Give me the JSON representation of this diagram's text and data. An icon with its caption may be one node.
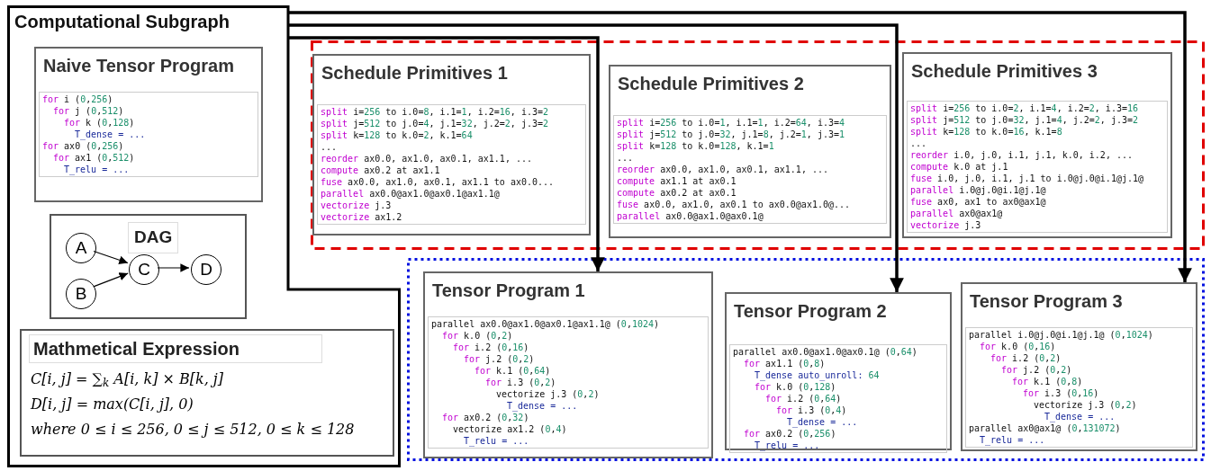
{
  "diagram": {
    "nodes": [
      {
        "text": [
          "Computational Subgraph"
        ]
      },
      {
        "text": [
          "Naive Tensor Program",
          "for i (0,256)",
          "for j (0,512)",
          "for k (0,128)",
          "T_dense = ...",
          "for ax0 (0,256)",
          "for ax1 (0,512)",
          "T_relu = ..."
        ],
        "in": 0
      },
      {
        "text": [
          "DAG"
        ],
        "in": 0
      },
      {
        "text": [
          "A"
        ],
        "in": 2
      },
      {
        "text": [
          "B"
        ],
        "in": 2
      },
      {
        "text": [
          "C"
        ],
        "in": 2
      },
      {
        "text": [
          "D"
        ],
        "in": 2
      },
      {
        "text": [
          "Mathmetical Expression",
          "C[i, j] = ∑$_{k}$ A[i, k] × B[k, j]",
          "D[i, j] = max(C[i, j], 0)",
          "where 0 ≤ i ≤ 256, 0 ≤ j ≤ 512, 0 ≤ k ≤ 128"
        ],
        "in": 0
      },
      {
        "text": [],
        "shape": "box"
      },
      {
        "text": [
          "Schedule Primitives 1",
          "split i=256 to i.0=8, i.1=1, i.2=16, i.3=2",
          "split j=512 to j.0=4, j.1=32, j.2=2, j.3=2",
          "split k=128 to k.0=2, k.1=64",
          "...",
          "reorder ax0.0, ax1.0, ax0.1, ax1.1, ...",
          "compute ax0.2 at ax1.1",
          "fuse ax0.0, ax1.0, ax0.1, ax1.1 to ax0.0...",
          "parallel ax0.0@ax1.0@ax0.1@ax1.1@",
          "vectorize j.3",
          "vectorize ax1.2"
        ],
        "in": 8
      },
      {
        "text": [
          "Schedule Primitives 2",
          "split i=256 to i.0=1, i.1=1, i.2=64, i.3=4",
          "split j=512 to j.0=32, j.1=8, j.2=1, j.3=1",
          "split k=128 to k.0=128, k.1=1",
          "...",
          "reorder ax0.0, ax1.0, ax0.1, ax1.1, ...",
          "compute ax1.1 at ax0.1",
          "compute ax0.2 at ax0.1",
          "fuse ax0.0, ax1.0, ax0.1 to ax0.0@ax1.0@...",
          "parallel ax0.0@ax1.0@ax0.1@"
        ],
        "in": 8
      },
      {
        "text": [
          "Schedule Primitives 3",
          "split i=256 to i.0=2, i.1=4, i.2=2, i.3=16",
          "split j=512 to j.0=32, j.1=4, j.2=2, j.3=2",
          "split k=128 to k.0=16, k.1=8",
          "...",
          "reorder i.0, j.0, i.1, j.1, k.0, i.2, ...",
          "compute k.0 at j.1",
          "fuse i.0, j.0, i.1, j.1 to i.0@j.0@i.1@j.1@",
          "parallel i.0@j.0@i.1@j.1@",
          "fuse ax0, ax1 to ax0@ax1@",
          "parallel ax0@ax1@",
          "vectorize j.3"
        ],
        "in": 8
      },
      {
        "text": [],
        "shape": "box"
      },
      {
        "text": [
          "Tensor Program 1",
          "parallel ax0.0@ax1.0@ax0.1@ax1.1@ (0,1024)",
          "for k.0 (0,2)",
          "for i.2 (0,16)",
          "for j.2 (0,2)",
          "for k.1 (0,64)",
          "for i.3 (0,2)",
          "vectorize j.3 (0,2)",
          "T_dense = ...",
          "for ax0.2 (0,32)",
          "vectorize ax1.2 (0,4)",
          "T_relu = ..."
        ],
        "in": 12
      },
      {
        "text": [
          "Tensor Program 2",
          "parallel ax0.0@ax1.0@ax0.1@ (0,64)",
          "for ax1.1 (0,8)",
          "T_dense auto_unroll: 64",
          "for k.0 (0,128)",
          "for i.2 (0,64)",
          "for i.3 (0,4)",
          "T_dense = ...",
          "for ax0.2 (0,256)",
          "T_relu = ..."
        ],
        "in": 12
      },
      {
        "text": [
          "Tensor Program 3",
          "parallel i.0@j.0@i.1@j.1@ (0,1024)",
          "for k.0 (0,16)",
          "for i.2 (0,2)",
          "for j.2 (0,2)",
          "for k.1 (0,8)",
          "for i.3 (0,16)",
          "vectorize j.3 (0,2)",
          "T_dense = ...",
          "parallel ax0@ax1@ (0,131072)",
          "T_relu = ..."
        ],
        "in": 12
      }
    ],
    "edges": [
      {
        "from": 3,
        "to": 5,
        "arrow": "to"
      },
      {
        "from": 4,
        "to": 5,
        "arrow": "to"
      },
      {
        "from": 5,
        "to": 6,
        "arrow": "to"
      },
      {
        "from": 0,
        "to": 13,
        "arrow": "to",
        "style": "thick"
      },
      {
        "from": 0,
        "to": 14,
        "arrow": "to",
        "style": "thick"
      },
      {
        "from": 0,
        "to": 15,
        "arrow": "to",
        "style": "thick"
      }
    ]
  }
}
